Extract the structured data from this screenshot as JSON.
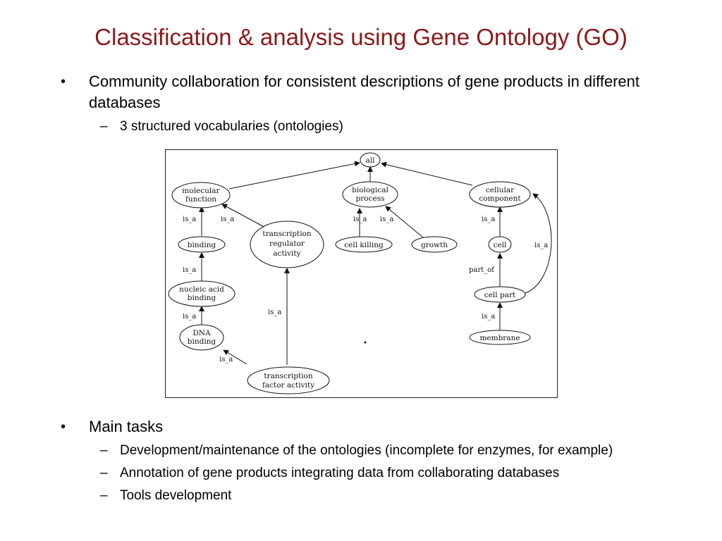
{
  "slide": {
    "title": "Classification & analysis using Gene Ontology (GO)",
    "bullets_top": [
      {
        "text": "Community collaboration for consistent descriptions of gene products in different databases",
        "sub": [
          "3 structured vocabularies (ontologies)"
        ]
      }
    ],
    "bullets_bottom": [
      {
        "text": "Main tasks",
        "sub": [
          "Development/maintenance of the ontologies (incomplete for enzymes, for example)",
          "Annotation of gene products integrating data from collaborating databases",
          "Tools development"
        ]
      }
    ],
    "bullet_char": "•",
    "dash_char": "–"
  },
  "diagram": {
    "nodes": {
      "all": "all",
      "molecular_function": [
        "molecular",
        "function"
      ],
      "biological_process": [
        "biological",
        "process"
      ],
      "cellular_component": [
        "cellular",
        "component"
      ],
      "binding": "binding",
      "transcription_regulator_activity": [
        "transcription",
        "regulator",
        "activity"
      ],
      "cell_killing": "cell killing",
      "growth": "growth",
      "cell": "cell",
      "nucleic_acid_binding": [
        "nucleic acid",
        "binding"
      ],
      "cell_part": "cell part",
      "dna_binding": [
        "DNA",
        "binding"
      ],
      "membrane": "membrane",
      "transcription_factor_activity": [
        "transcription",
        "factor activity"
      ]
    },
    "edge_labels": {
      "is_a": "is_a",
      "part_of": "part_of"
    }
  },
  "colors": {
    "title": "#8b1a1a",
    "text": "#000000"
  }
}
